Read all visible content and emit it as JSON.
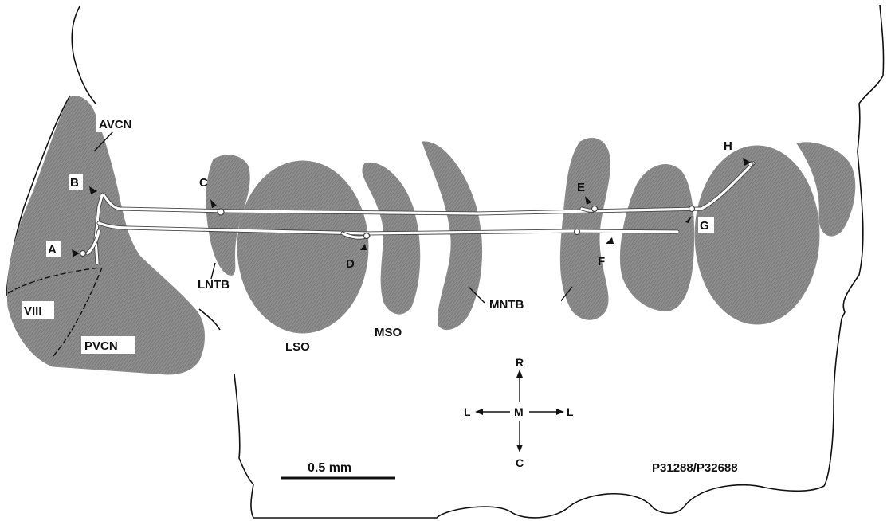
{
  "colors": {
    "region_fill": "#8a8a8a",
    "region_hatch": "#6e6e6e",
    "outline": "#111111",
    "axon": "#ffffff",
    "background": "#ffffff"
  },
  "nuclei": {
    "avcn": "AVCN",
    "pvcn": "PVCN",
    "viii": "VIII",
    "lntb": "LNTB",
    "lso": "LSO",
    "mso": "MSO",
    "mntb": "MNTB"
  },
  "terminal_labels": {
    "a": "A",
    "b": "B",
    "c": "C",
    "d": "D",
    "e": "E",
    "f": "F",
    "g": "G",
    "h": "H"
  },
  "orientation": {
    "rostral": "R",
    "caudal": "C",
    "medial": "M",
    "lateral_left": "L",
    "lateral_right": "L"
  },
  "scale_bar": {
    "label": "0.5 mm"
  },
  "specimen_id": "P31288/P32688"
}
